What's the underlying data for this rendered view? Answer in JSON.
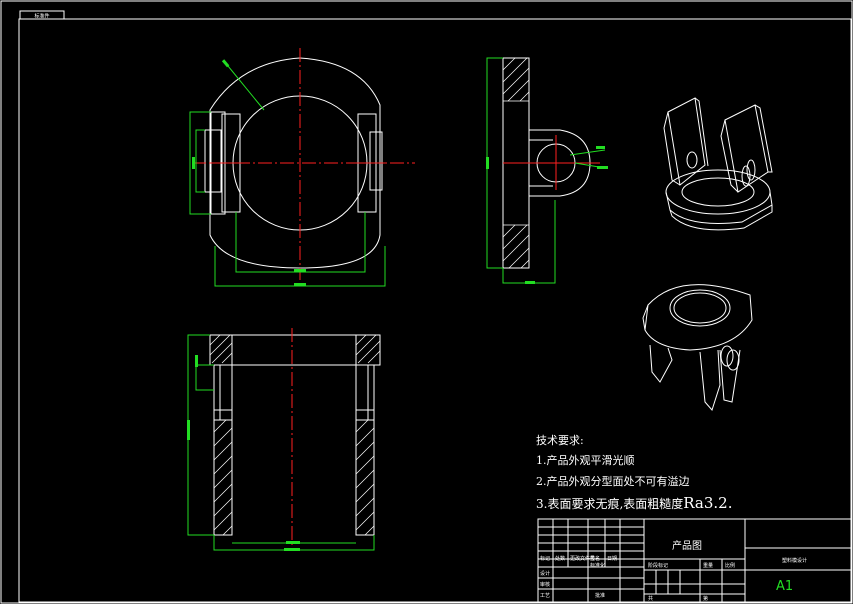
{
  "sheet": {
    "corner_label": "标准件",
    "frame_color": "#ffffff",
    "centerline_color": "#ff2020",
    "dimension_color": "#22dd22",
    "part_color": "#ffffff",
    "leader_color": "#22dd22"
  },
  "technical_requirements": {
    "title": "技术要求:",
    "item1": "1.产品外观平滑光顺",
    "item2": "2.产品外观分型面处不可有溢边",
    "item3_prefix": "3.表面要求无痕,表面粗糙度",
    "item3_value": "Ra3.2."
  },
  "title_block": {
    "drawing_name": "产品图",
    "company": "塑料模设计",
    "sheet_size": "A1",
    "row_label_1": "标记",
    "row_label_2": "处数",
    "row_label_3": "更改文件号",
    "row_label_4": "签名",
    "row_label_5": "日期",
    "designer_label": "设计",
    "checker_label": "审核",
    "craft_label": "工艺",
    "standard_label": "标准化",
    "approve_label": "批准",
    "stage_label": "阶段标记",
    "weight_label": "重量",
    "scale_label": "比例",
    "sheet_label": "共",
    "sheet_of_label": "第"
  }
}
